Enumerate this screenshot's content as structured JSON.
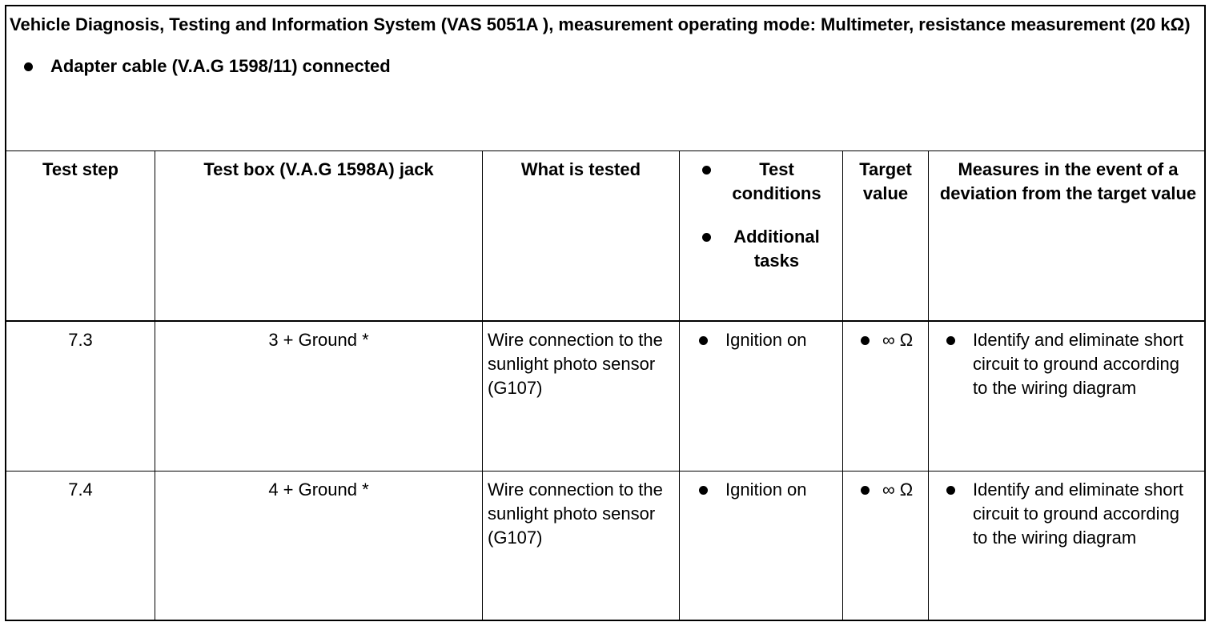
{
  "header": {
    "title": "Vehicle Diagnosis, Testing and Information System (VAS 5051A ), measurement operating mode: Multimeter, resistance measurement (20 kΩ)",
    "prerequisite": "Adapter cable (V.A.G 1598/11) connected"
  },
  "table": {
    "columns": {
      "test_step": "Test step",
      "jack": "Test box (V.A.G 1598A) jack",
      "what_tested": "What is tested",
      "conditions_1": "Test conditions",
      "conditions_2": "Additional tasks",
      "target": "Target value",
      "measures": "Measures in the event of a deviation from the target value"
    },
    "rows": [
      {
        "step": "7.3",
        "jack": "3 + Ground *",
        "tested": "Wire connection to the sunlight photo sensor (G107)",
        "condition": "Ignition on",
        "target": "∞ Ω",
        "measure": "Identify and eliminate short circuit to ground according to the wiring diagram"
      },
      {
        "step": "7.4",
        "jack": "4 + Ground *",
        "tested": "Wire connection to the sunlight photo sensor (G107)",
        "condition": "Ignition on",
        "target": "∞ Ω",
        "measure": "Identify and eliminate short circuit to ground according to the wiring diagram"
      }
    ]
  }
}
